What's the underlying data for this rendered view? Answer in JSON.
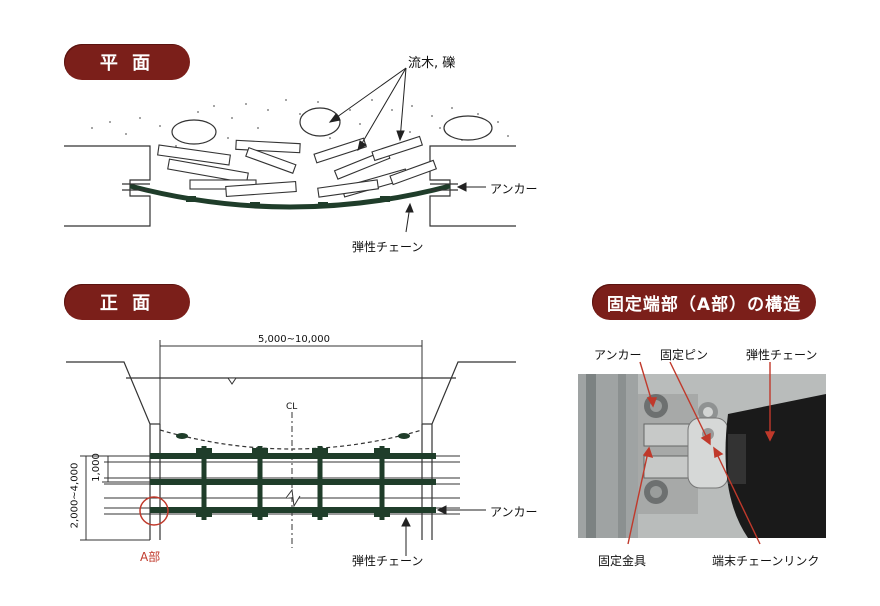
{
  "plan": {
    "title": "平 面",
    "debris_label": "流木, 礫",
    "anchor_label": "アンカー",
    "chain_label": "弾性チェーン"
  },
  "front": {
    "title": "正 面",
    "span_label": "5,000~10,000",
    "height_label": "2,000~4,000",
    "spacing_label": "1,000",
    "centerline_label": "CL",
    "anchor_label": "アンカー",
    "chain_label": "弾性チェーン",
    "detail_label": "A部"
  },
  "detail": {
    "title": "固定端部（A部）の構造",
    "anchor_label": "アンカー",
    "pin_label": "固定ピン",
    "chain_label": "弾性チェーン",
    "bracket_label": "固定金具",
    "link_label": "端末チェーンリンク"
  },
  "colors": {
    "pill_bg": "#7b1f1a",
    "chain": "#1f3d2a",
    "accent_red": "#c0392b"
  }
}
